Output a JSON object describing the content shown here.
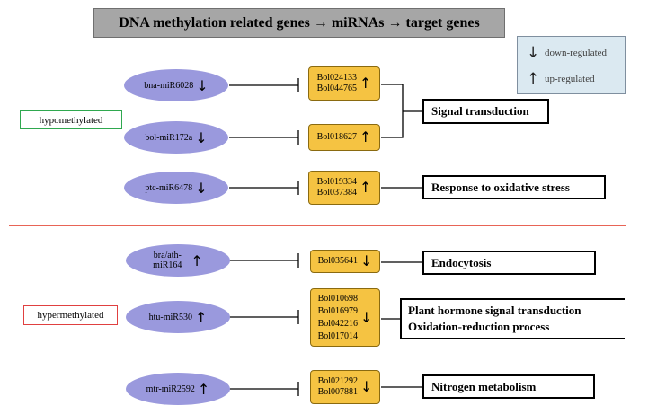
{
  "title": "DNA methylation related genes → miRNAs → target genes",
  "legend": {
    "down_arrow": "↓",
    "down_label": "down-regulated",
    "up_arrow": "↑",
    "up_label": "up-regulated"
  },
  "groups": {
    "hypo": "hypomethylated",
    "hyper": "hypermethylated"
  },
  "mirnas": {
    "m1": {
      "label": "bna-miR6028",
      "arrow": "↓"
    },
    "m2": {
      "label": "bol-miR172a",
      "arrow": "↓"
    },
    "m3": {
      "label": "ptc-miR6478",
      "arrow": "↓"
    },
    "m4": {
      "label_line1": "bra/ath-",
      "label_line2": "miR164",
      "arrow": "↑"
    },
    "m5": {
      "label": "htu-miR530",
      "arrow": "↑"
    },
    "m6": {
      "label": "mtr-miR2592",
      "arrow": "↑"
    }
  },
  "genes": {
    "g1": {
      "lines": [
        "Bol024133",
        "Bol044765"
      ],
      "arrow": "↑"
    },
    "g2": {
      "lines": [
        "Bol018627"
      ],
      "arrow": "↑"
    },
    "g3": {
      "lines": [
        "Bol019334",
        "Bol037384"
      ],
      "arrow": "↑"
    },
    "g4": {
      "lines": [
        "Bol035641"
      ],
      "arrow": "↓"
    },
    "g5": {
      "lines": [
        "Bol010698",
        "Bol016979",
        "Bol042216",
        "Bol017014"
      ],
      "arrow": "↓"
    },
    "g6": {
      "lines": [
        "Bol021292",
        "Bol007881"
      ],
      "arrow": "↓"
    }
  },
  "functions": {
    "f1": "Signal transduction",
    "f2": "Response to oxidative stress",
    "f3": "Endocytosis",
    "f4_line1": "Plant hormone signal transduction",
    "f4_line2": "Oxidation-reduction process",
    "f5": "Nitrogen metabolism"
  },
  "colors": {
    "divider": "#e0301e",
    "mirna_fill": "#9a99dd",
    "gene_fill": "#f5c342",
    "legend_fill": "#dbe9f1",
    "title_fill": "#a6a6a6"
  }
}
